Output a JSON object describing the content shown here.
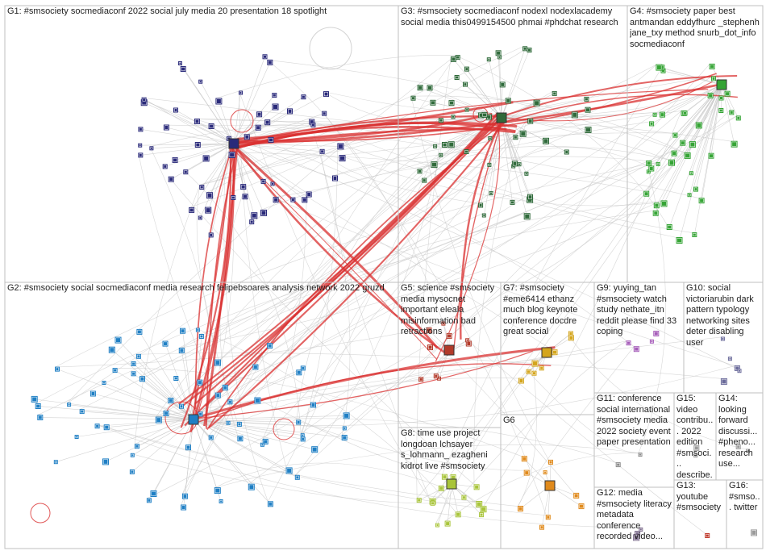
{
  "colors": {
    "background": "#ffffff",
    "box_border": "#bfbfbf",
    "edge_light": "#c8c8c8",
    "edge_red": "#d93030",
    "label_text": "#222222",
    "node_fill": {
      "G1": "#2a2a7a",
      "G2": "#1f7fc4",
      "G3": "#2f6a3a",
      "G4": "#35a435",
      "G5": "#b23a2a",
      "G6": "#e08a1c",
      "G7": "#d4a51c",
      "G8": "#a8c43a",
      "G9": "#a45ab8",
      "G10": "#6a6a9a",
      "G11": "#8a8a8a",
      "G12": "#7a6a8a",
      "G13": "#c0392b",
      "G14": "#9a9a9a",
      "G15": "#9a9a9a",
      "G16": "#9a9a9a"
    }
  },
  "groups": [
    {
      "id": "G1",
      "label": "G1: #smsociety socmediaconf 2022 social july media 20 presentation 18 spotlight"
    },
    {
      "id": "G2",
      "label": "G2: #smsociety social socmediaconf media research felipebsoares analysis network 2022 gruzd"
    },
    {
      "id": "G3",
      "label": "G3: #smsociety socmediaconf nodexl nodexlacademy social media this0499154500 phmai #phdchat research"
    },
    {
      "id": "G4",
      "label": "G4: #smsociety paper best antmandan eddyfhurc _stephenh jane_txy method snurb_dot_info socmediaconf"
    },
    {
      "id": "G5",
      "label": "G5: science #smsociety media mysocnet important eleala misinformation bad retractions"
    },
    {
      "id": "G6",
      "label": "G6"
    },
    {
      "id": "G7",
      "label": "G7: #smsociety #eme6414 ethanz much blog keynote conference docdre great social"
    },
    {
      "id": "G8",
      "label": "G8: time use project longdoan lchsayer s_lohmann_ ezagheni kidrot live #smsociety"
    },
    {
      "id": "G9",
      "label": "G9: yuying_tan #smsociety watch study nethate_itn reddit please find 33 coping"
    },
    {
      "id": "G10",
      "label": "G10: social victoriarubin dark pattern typology networking sites deter disabling user"
    },
    {
      "id": "G11",
      "label": "G11: conference social international #smsociety media 2022 society event paper presentation"
    },
    {
      "id": "G12",
      "label": "G12: media #smsociety literacy metadata conference recorded video..."
    },
    {
      "id": "G13",
      "label": "G13: youtube #smsociety"
    },
    {
      "id": "G14",
      "label": "G14: looking forward discussi... #pheno... research use..."
    },
    {
      "id": "G15",
      "label": "G15: video contribu... 2022 edition #smsoci... describe..."
    },
    {
      "id": "G16",
      "label": "G16: #smso... twitter"
    }
  ]
}
